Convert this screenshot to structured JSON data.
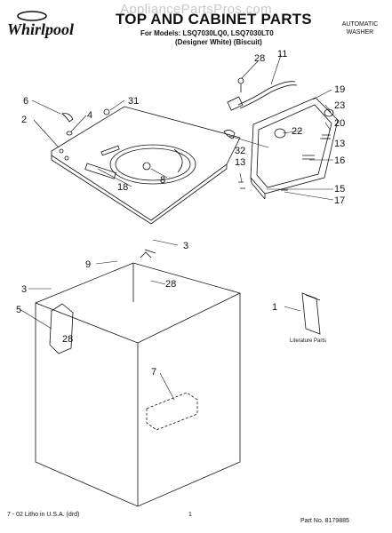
{
  "watermark": "AppliancePartsPros.com",
  "brand": "Whirlpool",
  "title": "TOP AND CABINET PARTS",
  "models": "For Models: LSQ7030LQ0, LSQ7030LT0",
  "variants": "(Designer White)   (Biscuit)",
  "doc_type_line1": "AUTOMATIC",
  "doc_type_line2": "WASHER",
  "footer_left": "7 - 02 Litho in U.S.A. (drd)",
  "page_number": "1",
  "part_number": "Part No. 8179885",
  "literature_label": "Literature Parts",
  "callouts": {
    "c28a": "28",
    "c11": "11",
    "c19": "19",
    "c6": "6",
    "c31": "31",
    "c23": "23",
    "c2": "2",
    "c4": "4",
    "c20": "20",
    "c22": "22",
    "c13a": "13",
    "c32": "32",
    "c8": "8",
    "c16": "16",
    "c18": "18",
    "c13b": "13",
    "c15": "15",
    "c17": "17",
    "c3a": "3",
    "c9": "9",
    "c28b": "28",
    "c3b": "3",
    "c1": "1",
    "c5": "5",
    "c28c": "28",
    "c7": "7"
  }
}
